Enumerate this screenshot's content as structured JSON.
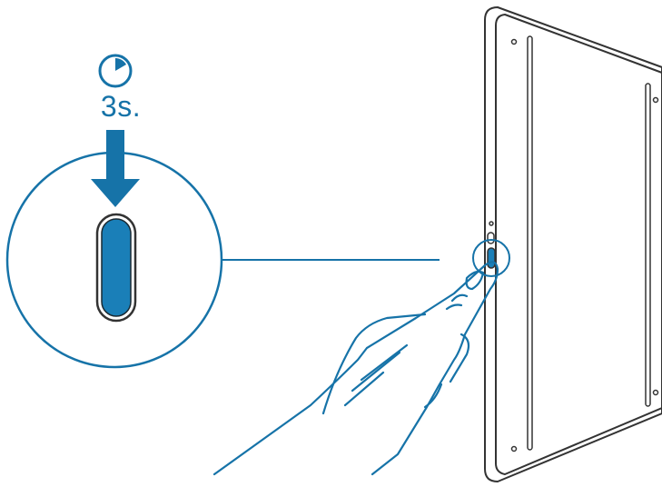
{
  "instruction": {
    "hold_duration_label": "3s."
  },
  "icons": {
    "timer": "stopwatch-icon",
    "press_arrow": "arrow-down-icon",
    "button": "power-button",
    "hand": "hand-pointing-icon",
    "device": "tablet-device"
  },
  "colors": {
    "accent_blue": "#1673a8",
    "button_blue": "#1a7fb8",
    "device_outline": "#333333",
    "background": "#ffffff"
  }
}
